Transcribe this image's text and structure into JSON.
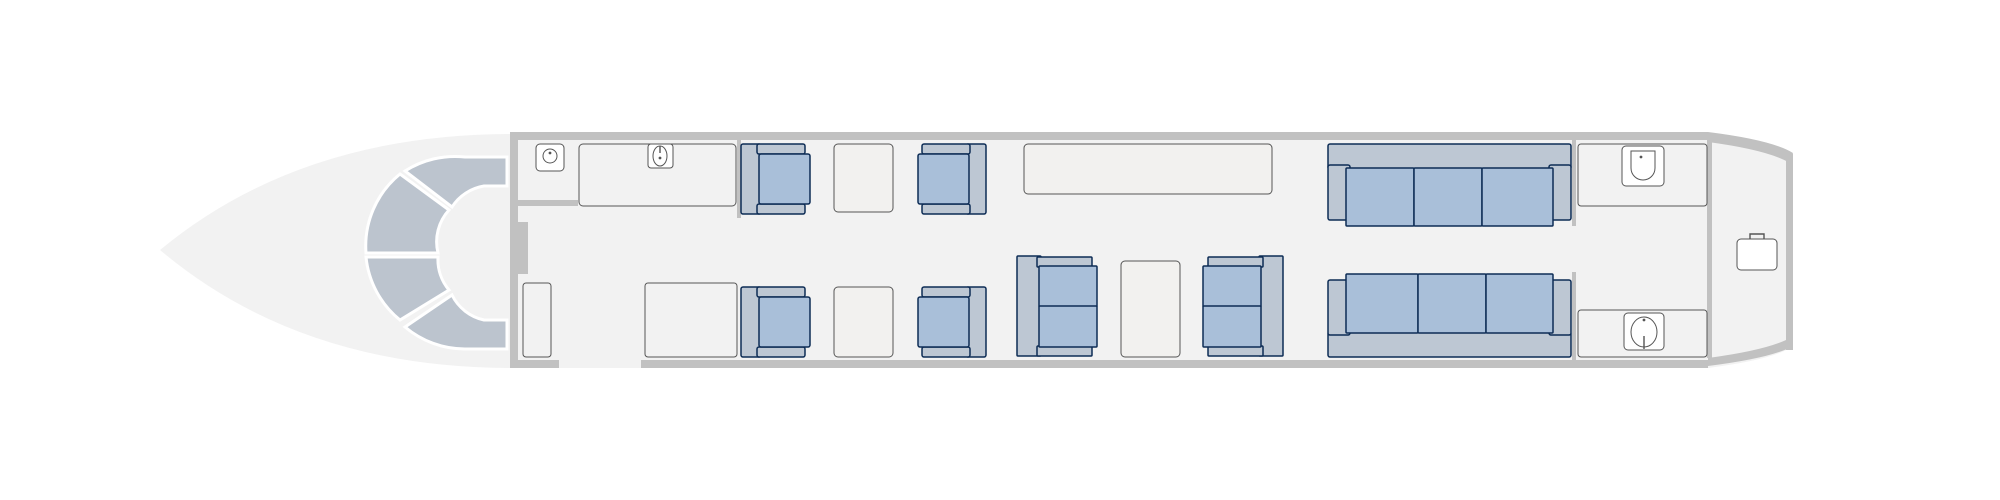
{
  "diagram": {
    "type": "aircraft-cabin-seat-map",
    "colors": {
      "background": "#ffffff",
      "fuselage": "#f2f2f2",
      "wall": "#c1c1c1",
      "cockpit_panel": "#bcc4ce",
      "seat_fill": "#a9bfd9",
      "seat_frame": "#bdc7d3",
      "seat_stroke": "#0d2c55",
      "furniture_fill": "#f2f1ef",
      "furniture_stroke": "#555555",
      "fixture_fill": "#ffffff"
    },
    "zones": [
      {
        "name": "cockpit",
        "items": [
          "cockpit-panel-top",
          "cockpit-panel-top-mid",
          "cockpit-panel-bottom-mid",
          "cockpit-panel-bottom"
        ]
      },
      {
        "name": "forward-service",
        "items": [
          "lavatory-sink",
          "galley-counter",
          "galley-sink",
          "wardrobe",
          "entry-door-gap",
          "side-cabinet"
        ]
      },
      {
        "name": "club-section",
        "items": [
          "club-seat",
          "club-seat",
          "club-seat",
          "club-seat",
          "side-table",
          "side-table"
        ]
      },
      {
        "name": "mid-cabin",
        "items": [
          "credenza",
          "double-seat",
          "double-seat",
          "conference-table"
        ]
      },
      {
        "name": "aft-lounge",
        "items": [
          "divan-left",
          "divan-right"
        ]
      },
      {
        "name": "aft-lavatory",
        "items": [
          "toilet",
          "lavatory-vanity",
          "vanity-sink"
        ]
      },
      {
        "name": "baggage",
        "items": [
          "baggage-icon"
        ]
      }
    ]
  }
}
